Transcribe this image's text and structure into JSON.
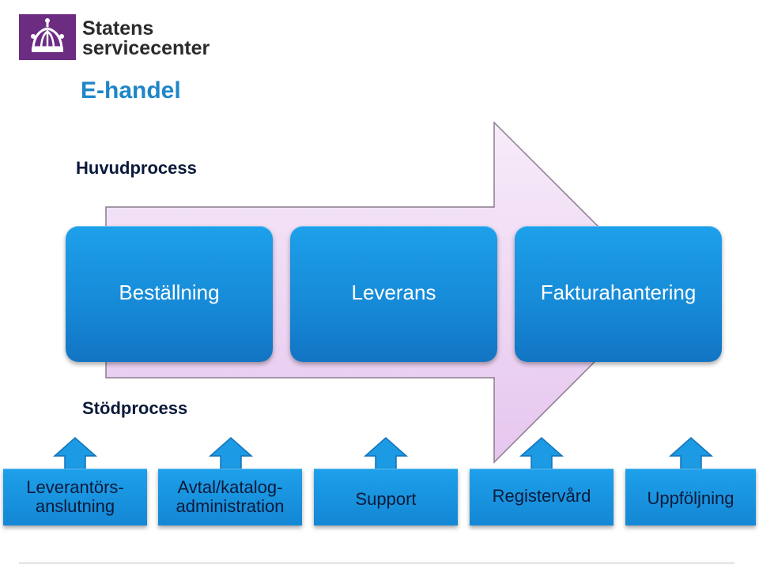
{
  "logo": {
    "line1": "Statens",
    "line2": "servicecenter"
  },
  "title": "E-handel",
  "sections": {
    "main": "Huvudprocess",
    "support": "Stödprocess"
  },
  "main_process": [
    "Beställning",
    "Leverans",
    "Fakturahantering"
  ],
  "support_process": [
    {
      "line1": "Leverantörs-",
      "line2": "anslutning"
    },
    {
      "line1": "Avtal/katalog-",
      "line2": "administration"
    },
    {
      "line1": "Support",
      "line2": ""
    },
    {
      "line1": "Registervård",
      "line2": ""
    },
    {
      "line1": "Uppföljning",
      "line2": ""
    }
  ],
  "colors": {
    "brand": "#6b2c82",
    "title": "#1f86c8",
    "box": "#1689d6",
    "arrow_fill": "#f2dcf5",
    "arrow_stroke": "#8a7b8e"
  }
}
